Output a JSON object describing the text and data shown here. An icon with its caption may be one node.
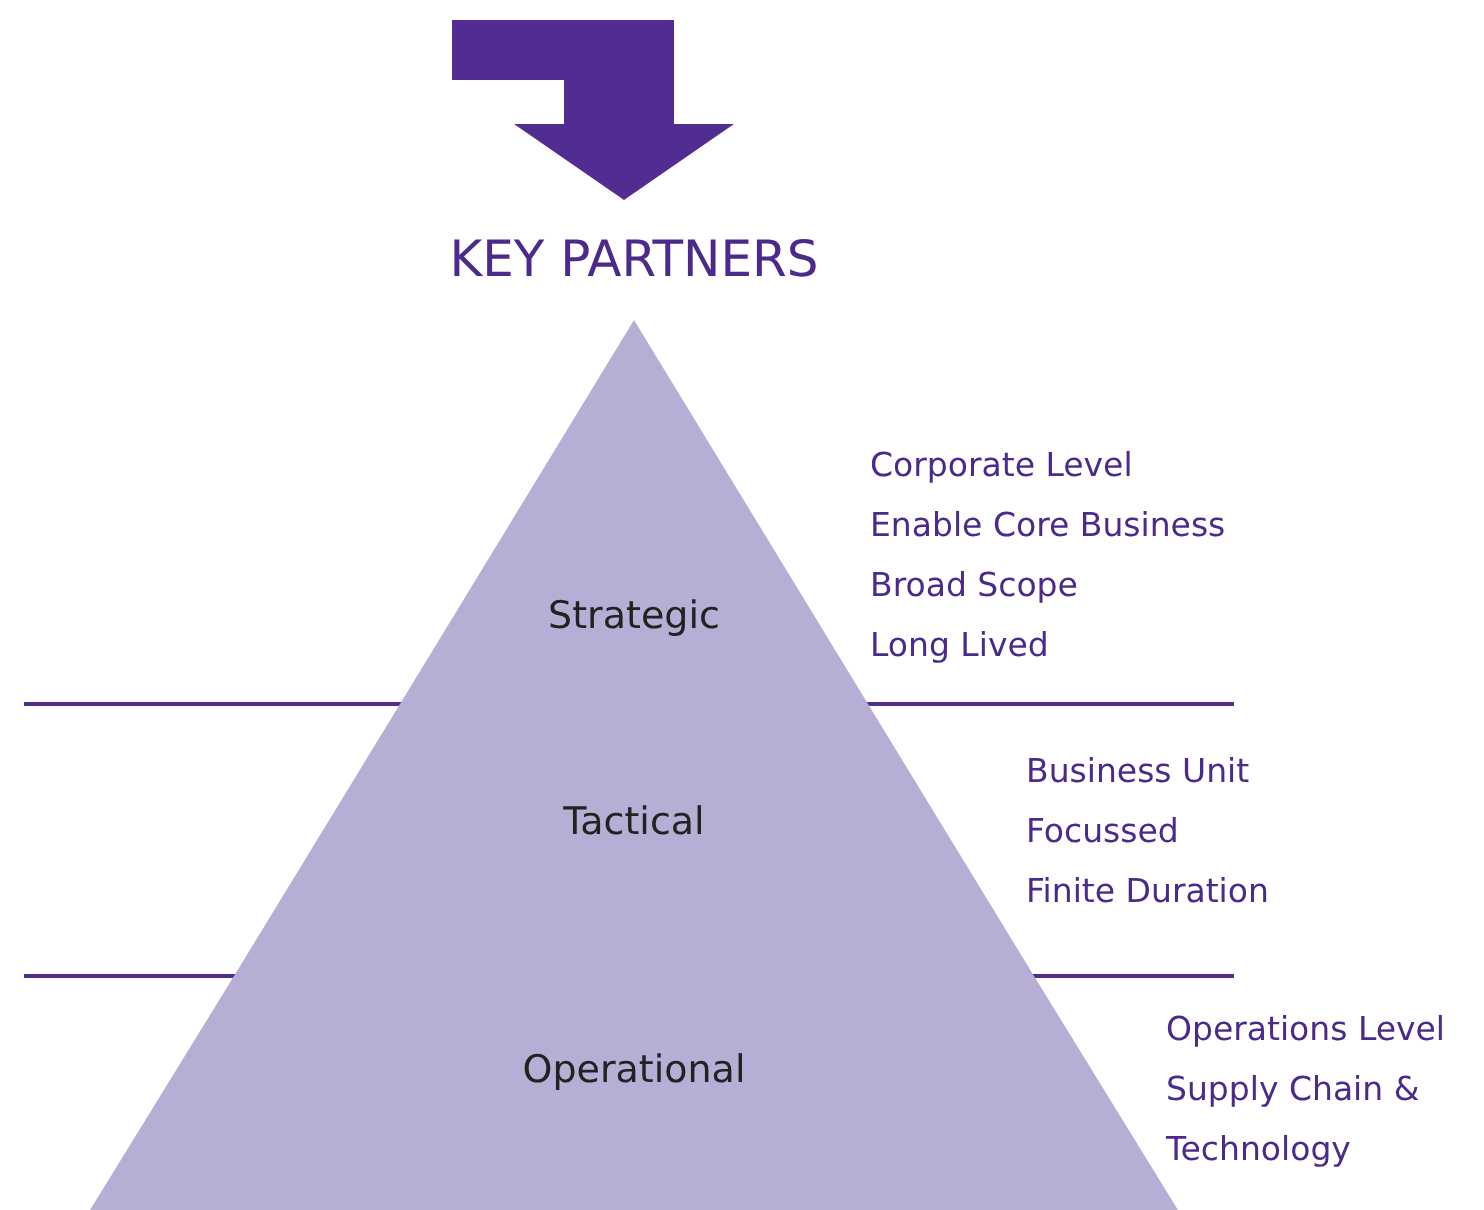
{
  "diagram": {
    "title": "KEY PARTNERS",
    "nodes": [
      {
        "text": [
          "Strategic"
        ],
        "beside": [
          "Corporate Level",
          "Enable Core Business",
          "Broad Scope",
          "Long Lived"
        ]
      },
      {
        "text": [
          "Tactical"
        ],
        "beside": [
          "Business Unit",
          "Focussed",
          "Finite Duration"
        ]
      },
      {
        "text": [
          "Operational"
        ],
        "beside": [
          "Operations Level",
          "Supply Chain & Technology"
        ]
      }
    ],
    "edges": []
  }
}
